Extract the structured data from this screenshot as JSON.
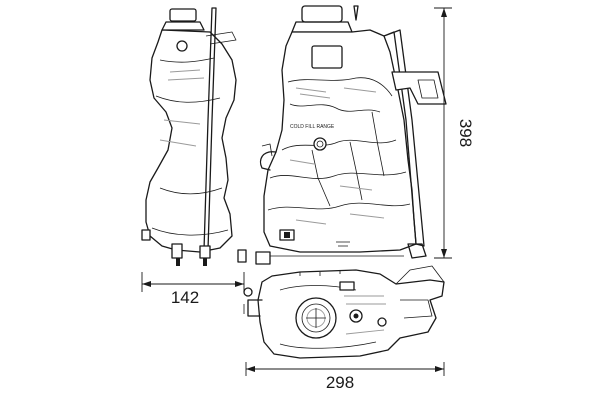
{
  "dimensions": {
    "depth": "142",
    "height": "398",
    "width": "298"
  },
  "markings": {
    "fill_label": "COLD FILL RANGE"
  },
  "colors": {
    "line": "#1a1a1a",
    "shade": "#9a9a9a",
    "background": "#ffffff"
  }
}
